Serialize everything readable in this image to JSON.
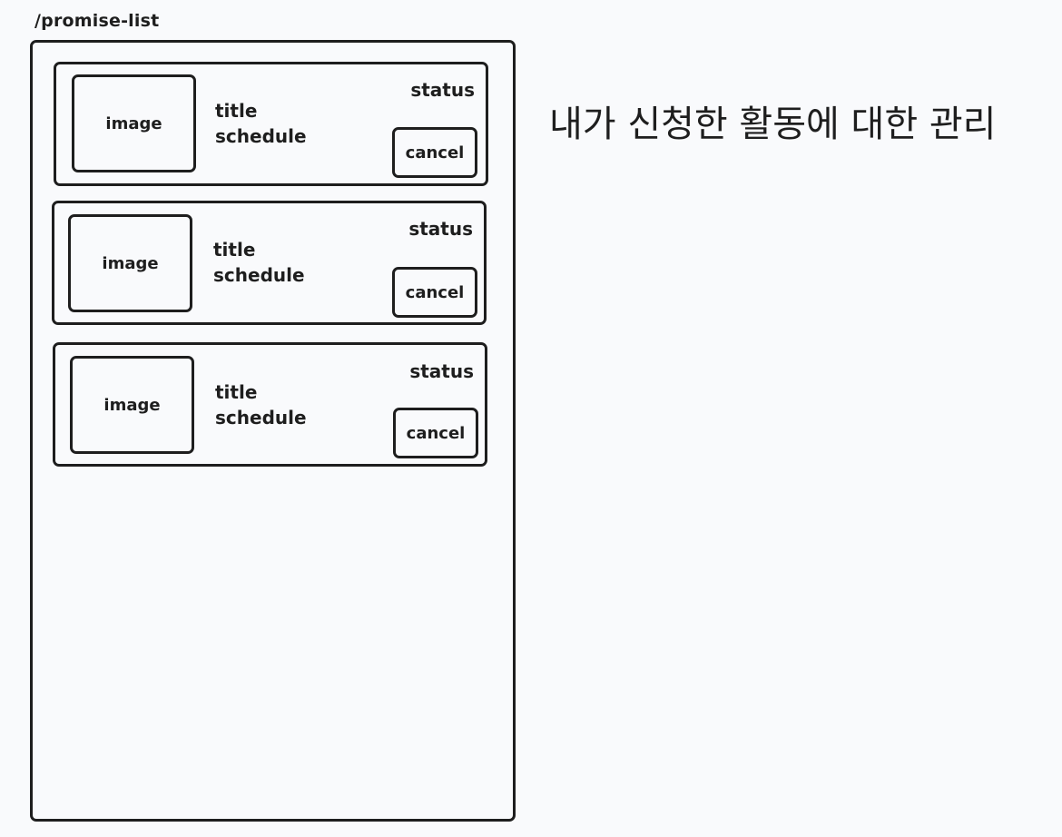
{
  "route": "/promise-list",
  "note": "내가 신청한 활동에 대한 관리",
  "cards": [
    {
      "image": "image",
      "title": "title",
      "schedule": "schedule",
      "status": "status",
      "cancel": "cancel"
    },
    {
      "image": "image",
      "title": "title",
      "schedule": "schedule",
      "status": "status",
      "cancel": "cancel"
    },
    {
      "image": "image",
      "title": "title",
      "schedule": "schedule",
      "status": "status",
      "cancel": "cancel"
    }
  ]
}
